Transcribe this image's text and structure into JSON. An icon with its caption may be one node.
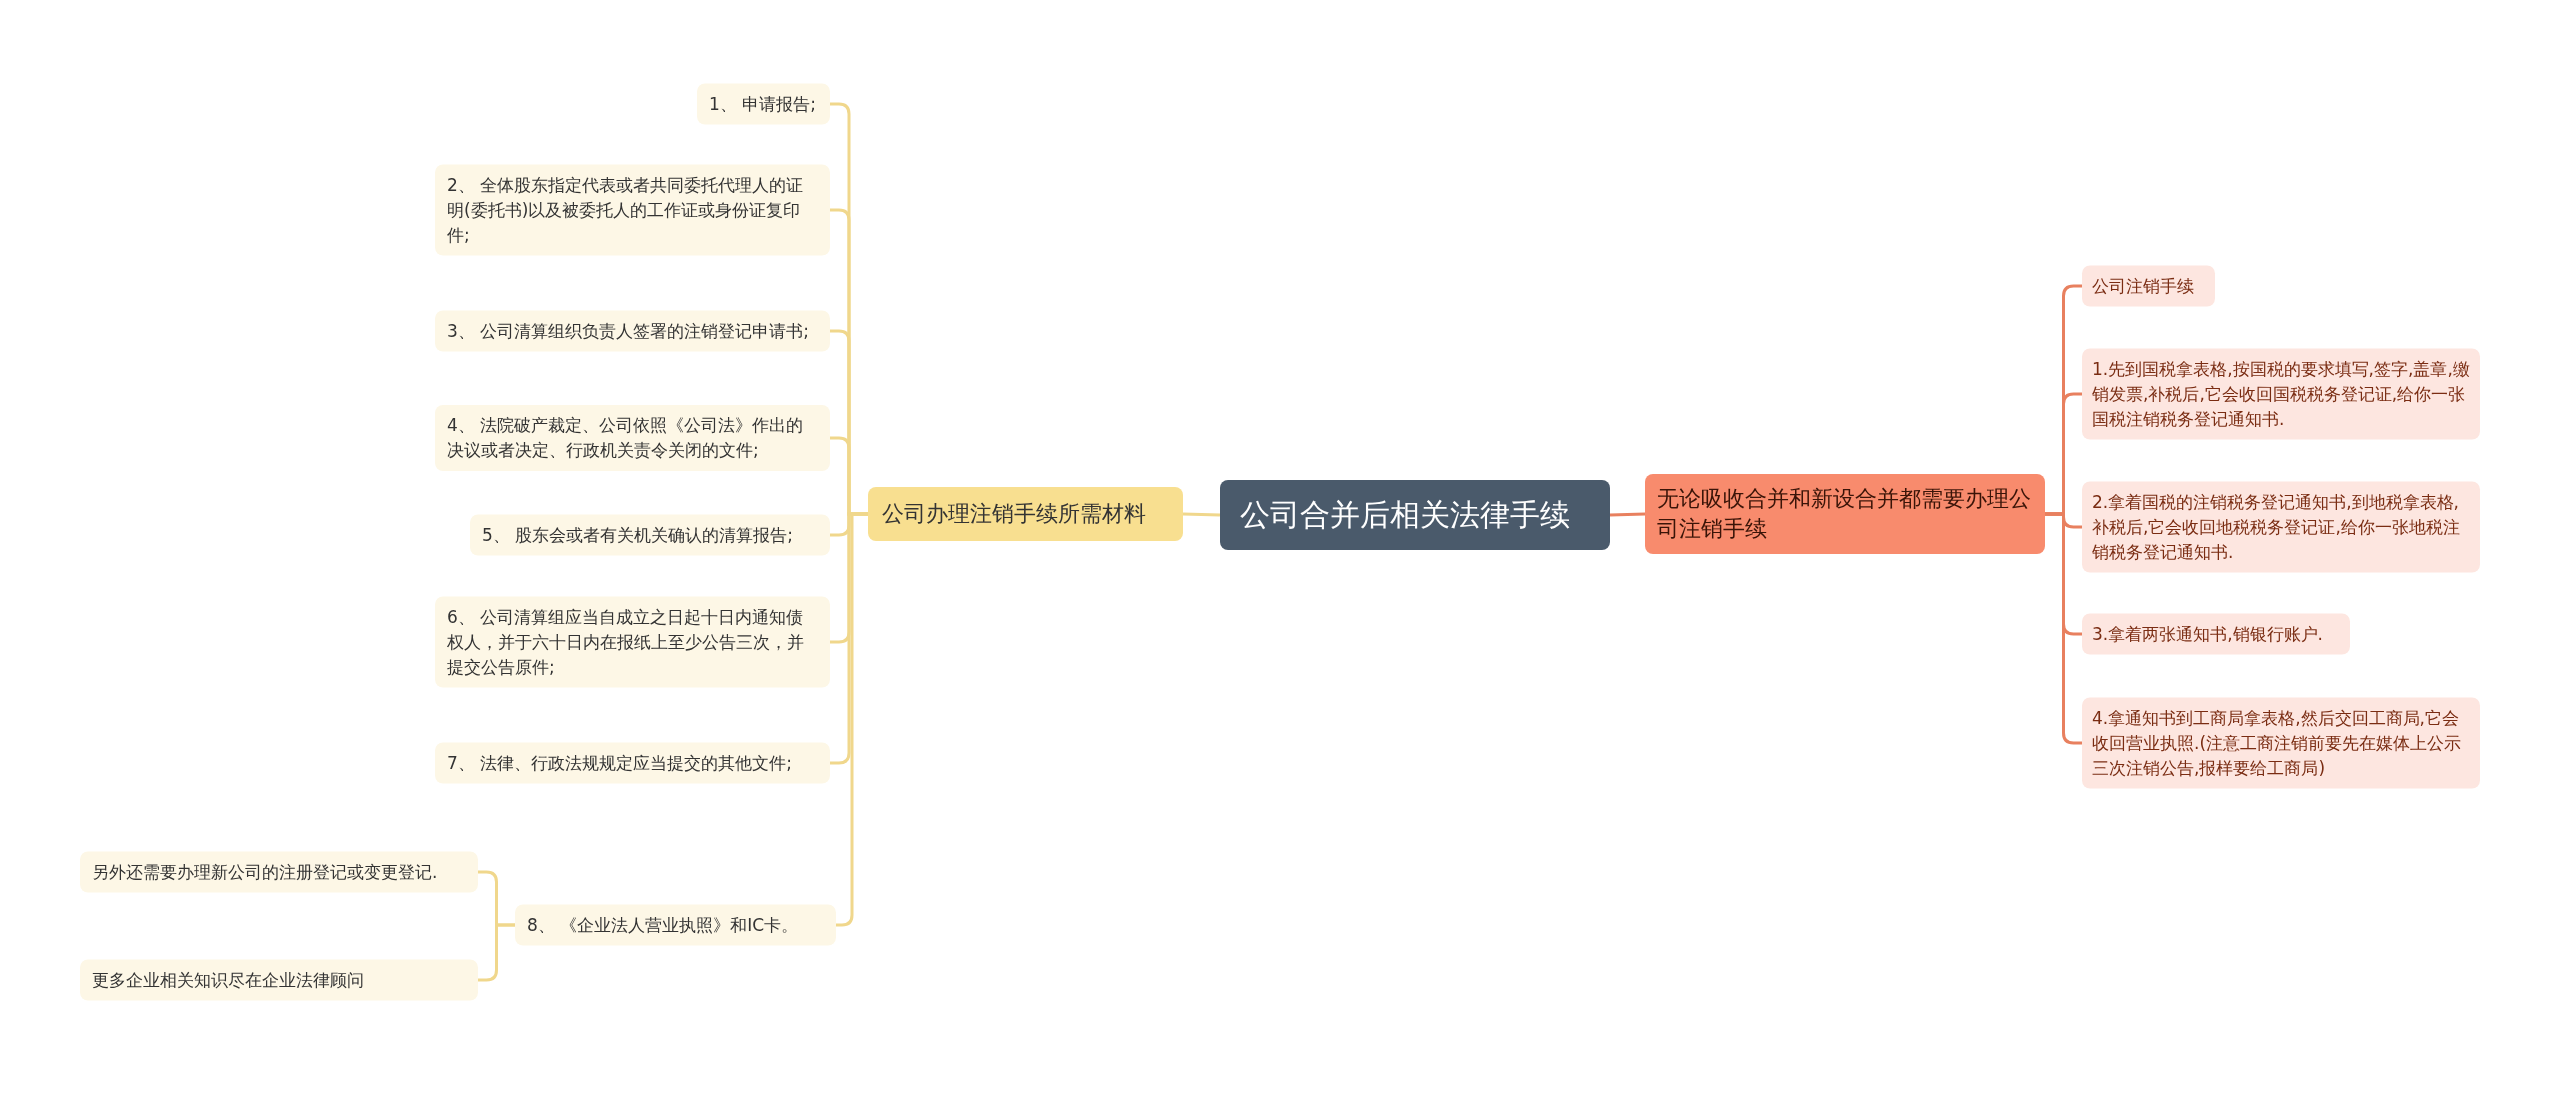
{
  "diagram": {
    "nodes": [
      {
        "text": [
          "公司合并后相关法律手续"
        ]
      },
      {
        "text": [
          "公司办理注销手续所需材料"
        ]
      },
      {
        "text": [
          "1、 申请报告;"
        ]
      },
      {
        "text": [
          "2、 全体股东指定代表或者共同委托代理人的证明(委托书)以及被委托人的工作证或身份证复印件;"
        ]
      },
      {
        "text": [
          "3、 公司清算组织负责人签署的注销登记申请书;"
        ]
      },
      {
        "text": [
          "4、 法院破产裁定、公司依照《公司法》作出的决议或者决定、行政机关责令关闭的文件;"
        ]
      },
      {
        "text": [
          "5、 股东会或者有关机关确认的清算报告;"
        ]
      },
      {
        "text": [
          "6、 公司清算组应当自成立之日起十日内通知债权人，并于六十日内在报纸上至少公告三次，并提交公告原件;"
        ]
      },
      {
        "text": [
          "7、 法律、行政法规规定应当提交的其他文件;"
        ]
      },
      {
        "text": [
          "8、 《企业法人营业执照》和IC卡。"
        ]
      },
      {
        "text": [
          "另外还需要办理新公司的注册登记或变更登记."
        ]
      },
      {
        "text": [
          "更多企业相关知识尽在企业法律顾问"
        ]
      },
      {
        "text": [
          "无论吸收合并和新设合并都需要办理公司注销手续"
        ]
      },
      {
        "text": [
          "公司注销手续"
        ]
      },
      {
        "text": [
          "1.先到国税拿表格,按国税的要求填写,签字,盖章,缴销发票,补税后,它会收回国税税务登记证,给你一张国税注销税务登记通知书."
        ]
      },
      {
        "text": [
          "2.拿着国税的注销税务登记通知书,到地税拿表格,补税后,它会收回地税税务登记证,给你一张地税注销税务登记通知书."
        ]
      },
      {
        "text": [
          "3.拿着两张通知书,销银行账户."
        ]
      },
      {
        "text": [
          "4.拿通知书到工商局拿表格,然后交回工商局,它会收回营业执照.(注意工商注销前要先在媒体上公示三次注销公告,报样要给工商局)"
        ]
      }
    ],
    "edges": [
      {
        "from": 0,
        "to": 1,
        "arrow": "none"
      },
      {
        "from": 1,
        "to": 2,
        "arrow": "none"
      },
      {
        "from": 1,
        "to": 3,
        "arrow": "none"
      },
      {
        "from": 1,
        "to": 4,
        "arrow": "none"
      },
      {
        "from": 1,
        "to": 5,
        "arrow": "none"
      },
      {
        "from": 1,
        "to": 6,
        "arrow": "none"
      },
      {
        "from": 1,
        "to": 7,
        "arrow": "none"
      },
      {
        "from": 1,
        "to": 8,
        "arrow": "none"
      },
      {
        "from": 1,
        "to": 9,
        "arrow": "none"
      },
      {
        "from": 9,
        "to": 10,
        "arrow": "none"
      },
      {
        "from": 9,
        "to": 11,
        "arrow": "none"
      },
      {
        "from": 0,
        "to": 12,
        "arrow": "none",
        "color": "#e8805f"
      },
      {
        "from": 12,
        "to": 13,
        "arrow": "none",
        "color": "#e8805f"
      },
      {
        "from": 12,
        "to": 14,
        "arrow": "none",
        "color": "#e8805f"
      },
      {
        "from": 12,
        "to": 15,
        "arrow": "none",
        "color": "#e8805f"
      },
      {
        "from": 12,
        "to": 16,
        "arrow": "none",
        "color": "#e8805f"
      },
      {
        "from": 12,
        "to": 17,
        "arrow": "none",
        "color": "#e8805f"
      }
    ]
  }
}
